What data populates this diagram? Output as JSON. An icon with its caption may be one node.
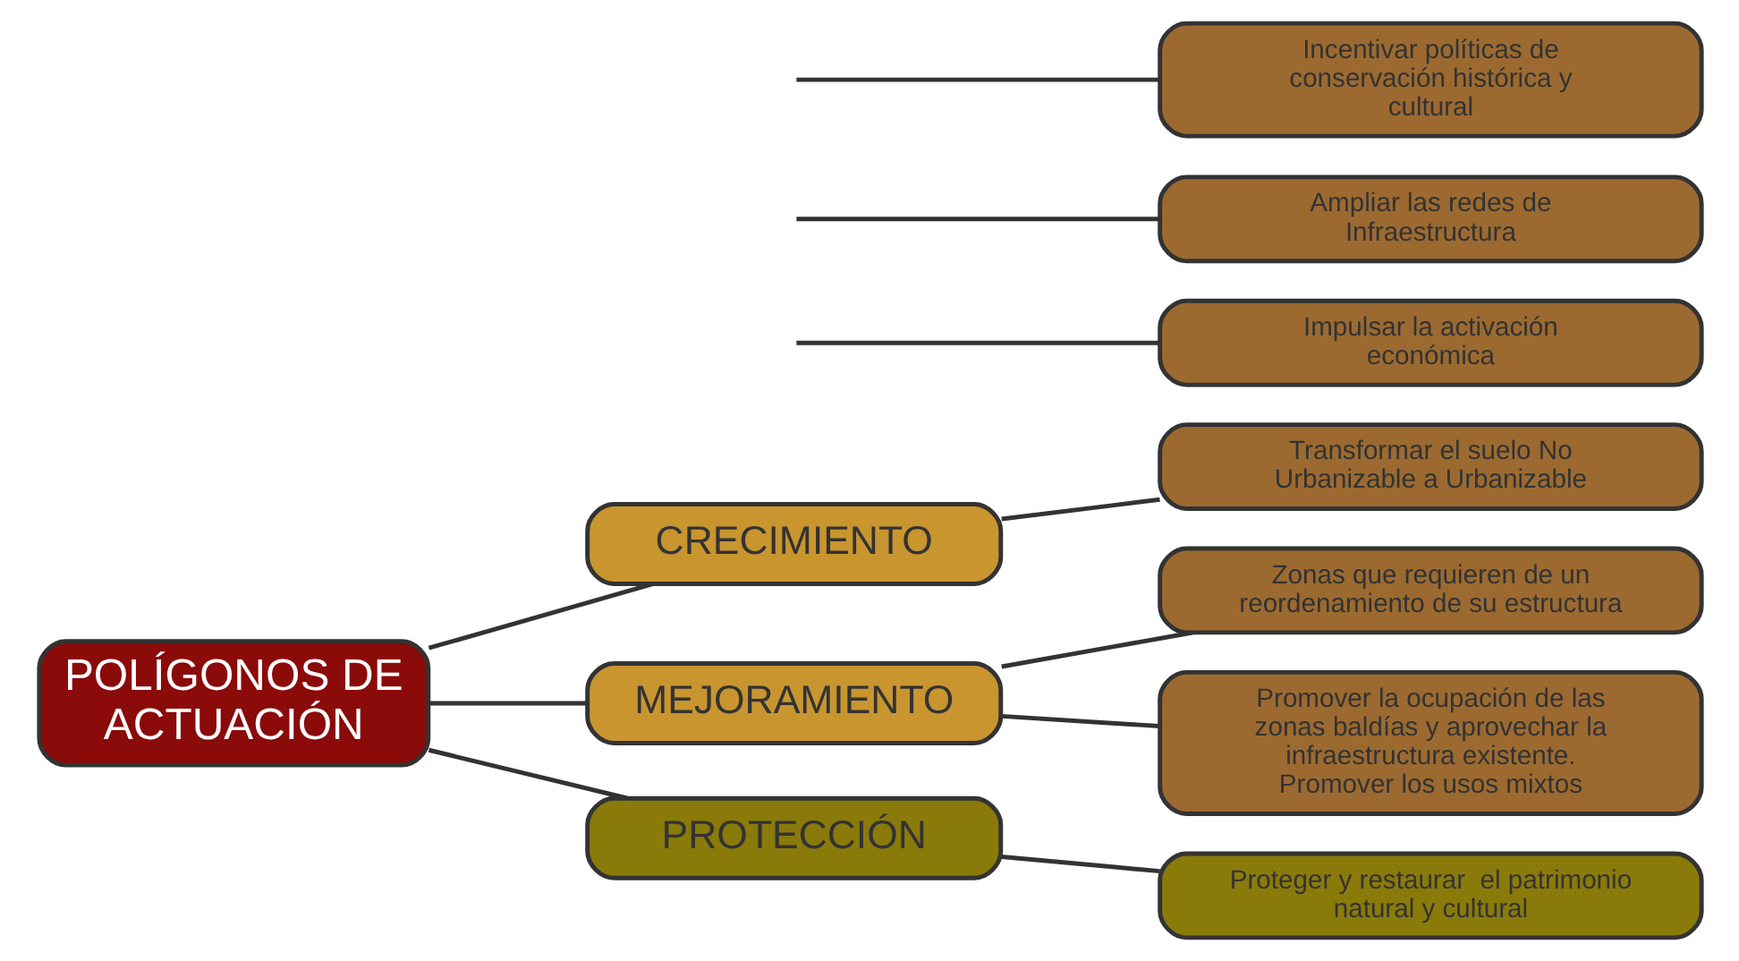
{
  "diagram": {
    "nodes": [
      {
        "text": [
          "POLÍGONOS DE ACTUACIÓN"
        ]
      },
      {
        "text": [
          "CRECIMIENTO"
        ]
      },
      {
        "text": [
          "MEJORAMIENTO"
        ]
      },
      {
        "text": [
          "PROTECCIÓN"
        ]
      },
      {
        "text": [
          "Transformar el suelo No Urbanizable a Urbanizable"
        ]
      },
      {
        "text": [
          "Impulsar la activación económica"
        ]
      },
      {
        "text": [
          "Ampliar las redes de Infraestructura"
        ]
      },
      {
        "text": [
          "Zonas que requieren de un reordenamiento de su estructura"
        ]
      },
      {
        "text": [
          "Promover la ocupación de las zonas baldías y aprovechar la infraestructura existente. Promover los usos mixtos"
        ]
      },
      {
        "text": [
          "Incentivar políticas de conservación histórica y cultural"
        ]
      },
      {
        "text": [
          "Proteger y restaurar  el patrimonio natural y cultural"
        ]
      }
    ],
    "edges": [
      {
        "from": 0,
        "to": 1,
        "arrow": "none"
      },
      {
        "from": 0,
        "to": 2,
        "arrow": "none"
      },
      {
        "from": 0,
        "to": 3,
        "arrow": "none"
      },
      {
        "from": 1,
        "to": 4,
        "arrow": "none"
      },
      {
        "from": null,
        "to": 5,
        "arrow": "none"
      },
      {
        "from": null,
        "to": 6,
        "arrow": "none"
      },
      {
        "from": 2,
        "to": 7,
        "arrow": "none"
      },
      {
        "from": 2,
        "to": 8,
        "arrow": "none"
      },
      {
        "from": null,
        "to": 9,
        "arrow": "none"
      },
      {
        "from": 3,
        "to": 10,
        "arrow": "none"
      }
    ]
  }
}
